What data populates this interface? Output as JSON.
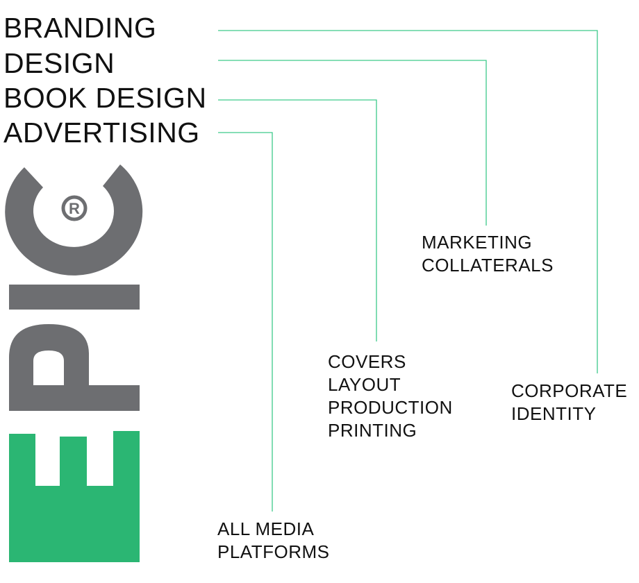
{
  "services": [
    {
      "label": "BRANDING",
      "details": [
        "CORPORATE",
        "IDENTITY"
      ]
    },
    {
      "label": "DESIGN",
      "details": [
        "MARKETING",
        "COLLATERALS"
      ]
    },
    {
      "label": "BOOK DESIGN",
      "details": [
        "COVERS",
        "LAYOUT",
        "PRODUCTION",
        "PRINTING"
      ]
    },
    {
      "label": "ADVERTISING",
      "details": [
        "ALL MEDIA",
        "PLATFORMS"
      ]
    }
  ],
  "logo": {
    "text": "EPIC",
    "mark": "®"
  },
  "colors": {
    "green": "#2bb673",
    "gray": "#6d6e71",
    "line": "#3dc98a",
    "text": "#111111"
  }
}
